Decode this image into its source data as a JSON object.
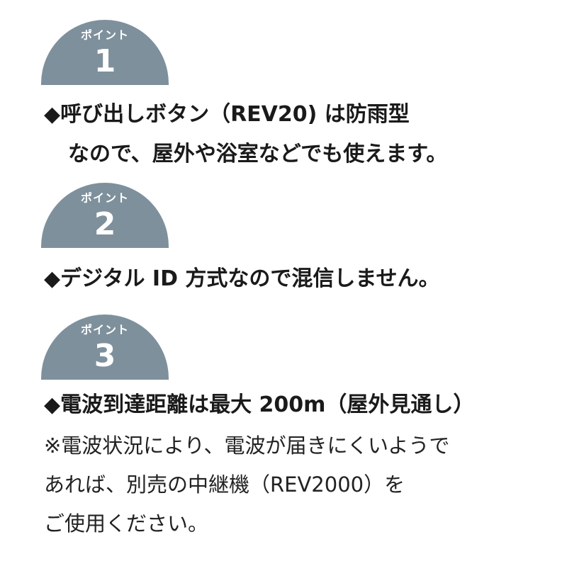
{
  "points": [
    {
      "label": "ポイント",
      "number": "1",
      "lines": [
        "◆呼び出しボタン（REV20) は防雨型",
        "なので、屋外や浴室などでも使えます。"
      ]
    },
    {
      "label": "ポイント",
      "number": "2",
      "lines": [
        "◆デジタル ID 方式なので混信しません。"
      ]
    },
    {
      "label": "ポイント",
      "number": "3",
      "lines": [
        "◆電波到達距離は最大 200m（屋外見通し）"
      ]
    }
  ],
  "note": {
    "lines": [
      "※電波状況により、電波が届きにくいようで",
      "あれば、別売の中継機（REV2000）を",
      "ご使用ください。"
    ]
  },
  "colors": {
    "badge": "#7e909c",
    "text": "#1a1a1a"
  }
}
